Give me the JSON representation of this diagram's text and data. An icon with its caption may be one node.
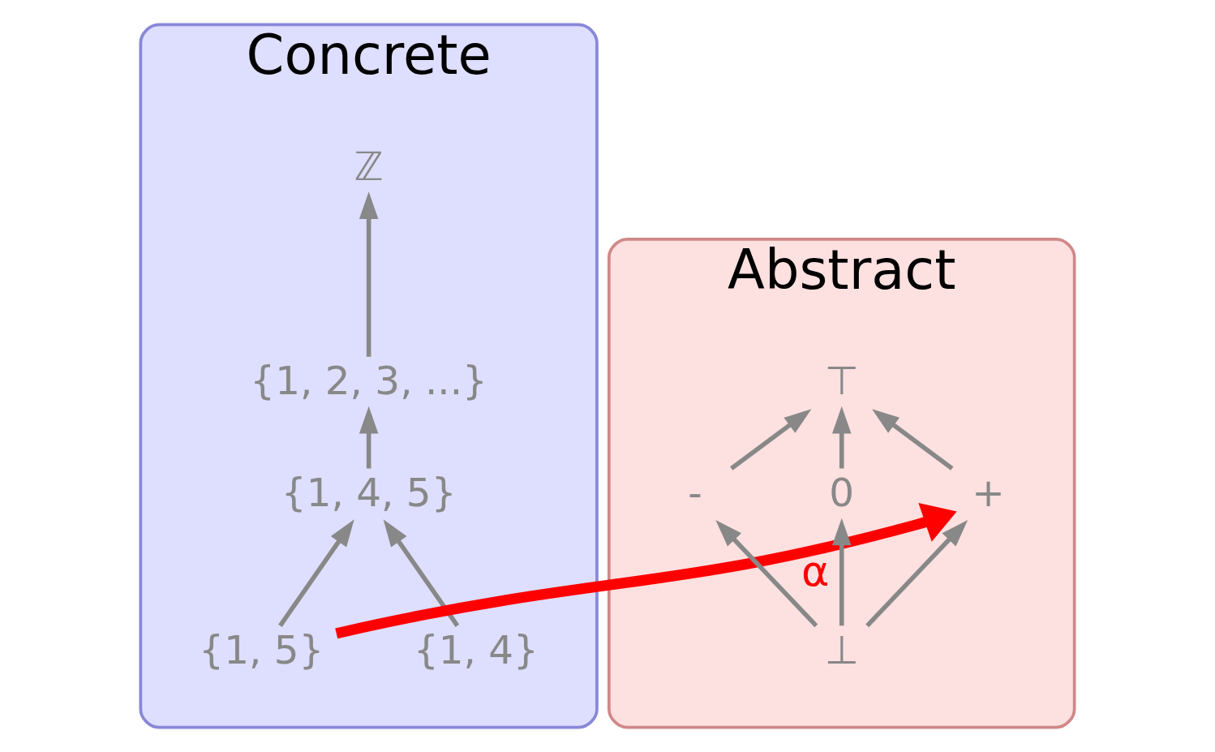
{
  "diagram": {
    "nodes": [
      {
        "text": [
          "Concrete"
        ]
      },
      {
        "text": [
          "ℤ"
        ],
        "in": 0
      },
      {
        "text": [
          "{1, 2, 3, ...}"
        ],
        "in": 0
      },
      {
        "text": [
          "{1, 4, 5}"
        ],
        "in": 0
      },
      {
        "text": [
          "{1, 4}"
        ],
        "in": 0
      },
      {
        "text": [
          "{1, 5}"
        ],
        "in": 0
      },
      {
        "text": [
          "Abstract"
        ]
      },
      {
        "text": [
          "⊤"
        ],
        "in": 6
      },
      {
        "text": [
          "-"
        ],
        "in": 6
      },
      {
        "text": [
          "0"
        ],
        "in": 6
      },
      {
        "text": [
          "+"
        ],
        "in": 6
      },
      {
        "text": [
          "⊥"
        ],
        "in": 6
      }
    ],
    "edges": [
      {
        "from": 2,
        "to": 1,
        "arrow": "to"
      },
      {
        "from": 3,
        "to": 2,
        "arrow": "to"
      },
      {
        "from": 4,
        "to": 3,
        "arrow": "to"
      },
      {
        "from": 5,
        "to": 3,
        "arrow": "to"
      },
      {
        "from": 8,
        "to": 7,
        "arrow": "to"
      },
      {
        "from": 9,
        "to": 7,
        "arrow": "to"
      },
      {
        "from": 10,
        "to": 7,
        "arrow": "to"
      },
      {
        "from": 11,
        "to": 8,
        "arrow": "to"
      },
      {
        "from": 11,
        "to": 9,
        "arrow": "to"
      },
      {
        "from": 11,
        "to": 10,
        "arrow": "to"
      },
      {
        "from": 5,
        "to": 10,
        "arrow": "to",
        "label": "α",
        "style": "thick",
        "color": "#ff0000"
      }
    ]
  }
}
